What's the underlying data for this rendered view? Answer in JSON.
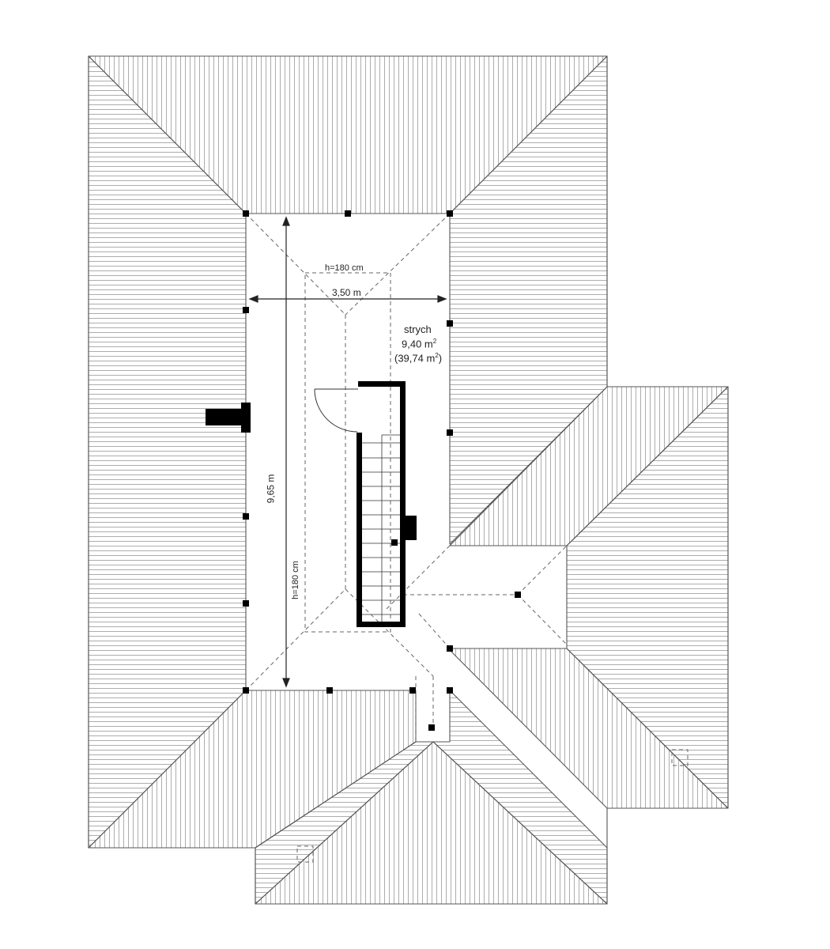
{
  "room": {
    "name": "strych",
    "area": "9,40 m",
    "area_sup": "2",
    "area_total_open": "(39,74 m",
    "area_total_sup": "2",
    "area_total_close": ")"
  },
  "dimensions": {
    "width": "3,50 m",
    "length": "9,65 m",
    "height_top": "h=180 cm",
    "height_side": "h=180 cm"
  },
  "colors": {
    "line": "#555555",
    "hatch": "#8a8a8a",
    "wall": "#000000",
    "background": "#ffffff"
  }
}
